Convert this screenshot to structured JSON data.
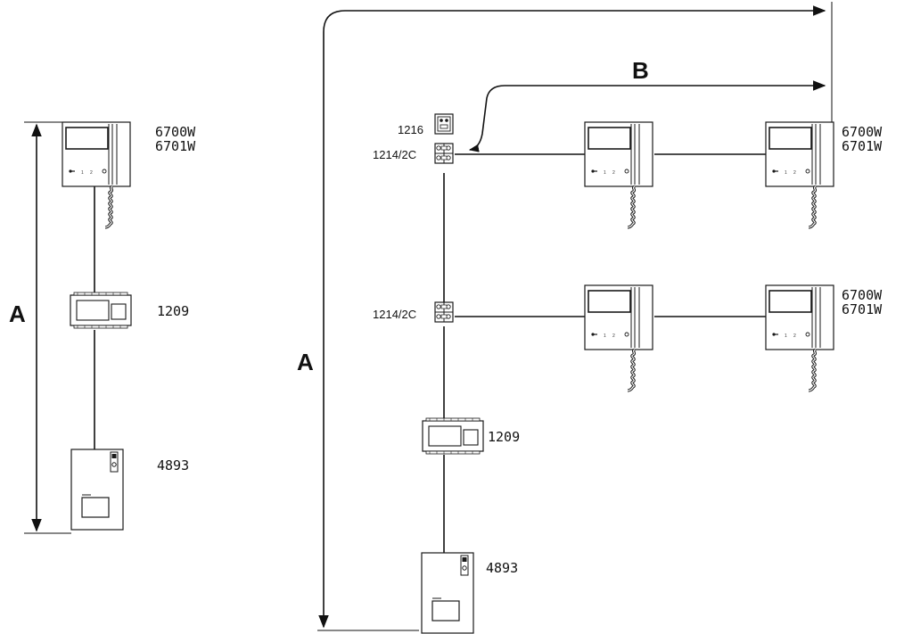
{
  "left": {
    "dimension": "A",
    "monitor_label": [
      "6700W",
      "6701W"
    ],
    "interface_label": "1209",
    "power_label": "4893"
  },
  "right": {
    "dimension_a": "A",
    "dimension_b": "B",
    "module_1216_label": "1216",
    "distributor_top_label": "1214/2C",
    "distributor_mid_label": "1214/2C",
    "monitor_top_label": [
      "6700W",
      "6701W"
    ],
    "monitor_mid_label": [
      "6700W",
      "6701W"
    ],
    "interface_label": "1209",
    "power_label": "4893"
  },
  "icons": {
    "monitor": "video-monitor-icon",
    "interface": "video-interface-icon",
    "power": "power-supply-icon",
    "distributor": "distributor-icon",
    "module": "junction-module-icon"
  }
}
